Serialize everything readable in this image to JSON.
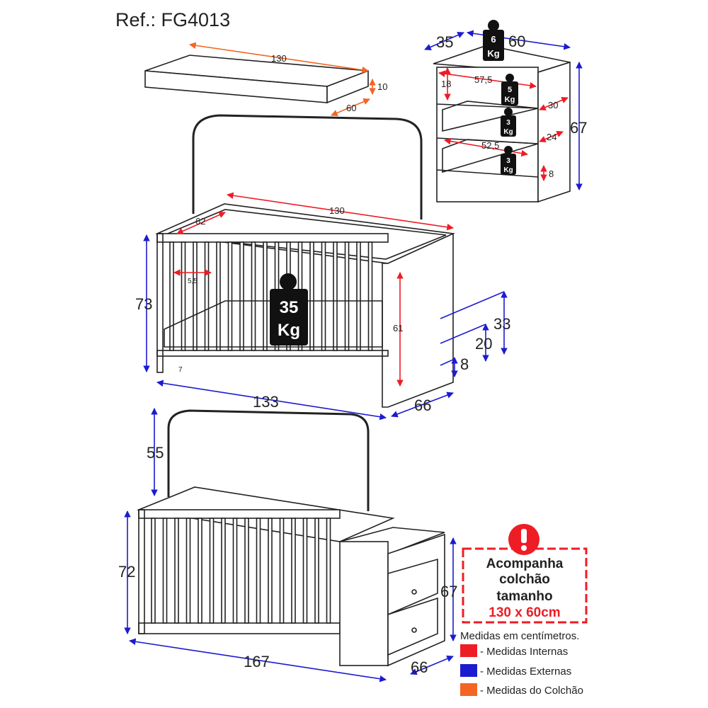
{
  "title": "Ref.: FG4013",
  "mattress": {
    "length": "130",
    "height": "10",
    "width": "60"
  },
  "crib": {
    "inner_length": "130",
    "inner_width": "62",
    "slat_gap": "5,5",
    "inner_height": "61",
    "height": "73",
    "length": "133",
    "depth": "66",
    "level_1": "33",
    "level_2": "20",
    "level_3": "8",
    "foot_gap": "7",
    "weight_value": "35",
    "weight_unit": "Kg"
  },
  "chest": {
    "depth": "35",
    "width": "60",
    "height": "67",
    "shelf_width": "57,5",
    "shelf_height": "18",
    "drawer_depth_1": "30",
    "drawer_depth_2": "24",
    "drawer_width": "52,5",
    "drawer_height": "8",
    "top_weight": "6",
    "shelf_weight": "5",
    "drawer_weight_1": "3",
    "drawer_weight_2": "3",
    "weight_unit": "Kg"
  },
  "combo": {
    "headboard_height": "55",
    "height": "72",
    "length": "167",
    "depth": "66",
    "chest_height": "67"
  },
  "notice": {
    "line1": "Acompanha",
    "line2": "colchão",
    "line3": "tamanho",
    "size": "130 x 60cm"
  },
  "legend": {
    "title": "Medidas em centímetros.",
    "items": [
      {
        "label": "- Medidas Internas",
        "color": "#ee1c25"
      },
      {
        "label": "- Medidas Externas",
        "color": "#1b1bd0"
      },
      {
        "label": "- Medidas do Colchão",
        "color": "#f26522"
      }
    ]
  }
}
